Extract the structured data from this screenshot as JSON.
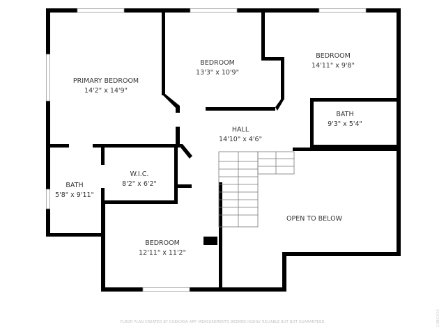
{
  "floorplan": {
    "rooms": [
      {
        "id": "primary-bedroom",
        "name": "PRIMARY BEDROOM",
        "dims": "14'2\" x 14'9\""
      },
      {
        "id": "bedroom-2",
        "name": "BEDROOM",
        "dims": "13'3\" x 10'9\""
      },
      {
        "id": "bedroom-3",
        "name": "BEDROOM",
        "dims": "14'11\" x 9'8\""
      },
      {
        "id": "bath-1",
        "name": "BATH",
        "dims": "9'3\" x 5'4\""
      },
      {
        "id": "hall",
        "name": "HALL",
        "dims": "14'10\" x 4'6\""
      },
      {
        "id": "wic",
        "name": "W.I.C.",
        "dims": "8'2\" x 6'2\""
      },
      {
        "id": "bath-2",
        "name": "BATH",
        "dims": "5'8\" x 9'11\""
      },
      {
        "id": "bedroom-4",
        "name": "BEDROOM",
        "dims": "12'11\" x 11'2\""
      },
      {
        "id": "open-to-below",
        "name": "OPEN TO BELOW",
        "dims": ""
      }
    ],
    "footer": "FLOOR PLAN CREATED BY CUBICASA APP. MEASUREMENTS DEEMED HIGHLY RELIABLE BUT NOT GUARANTEED.",
    "logo": "CUBICASA",
    "colors": {
      "wall": "#000000",
      "window": "#b0b0b0",
      "text": "#333333"
    }
  }
}
